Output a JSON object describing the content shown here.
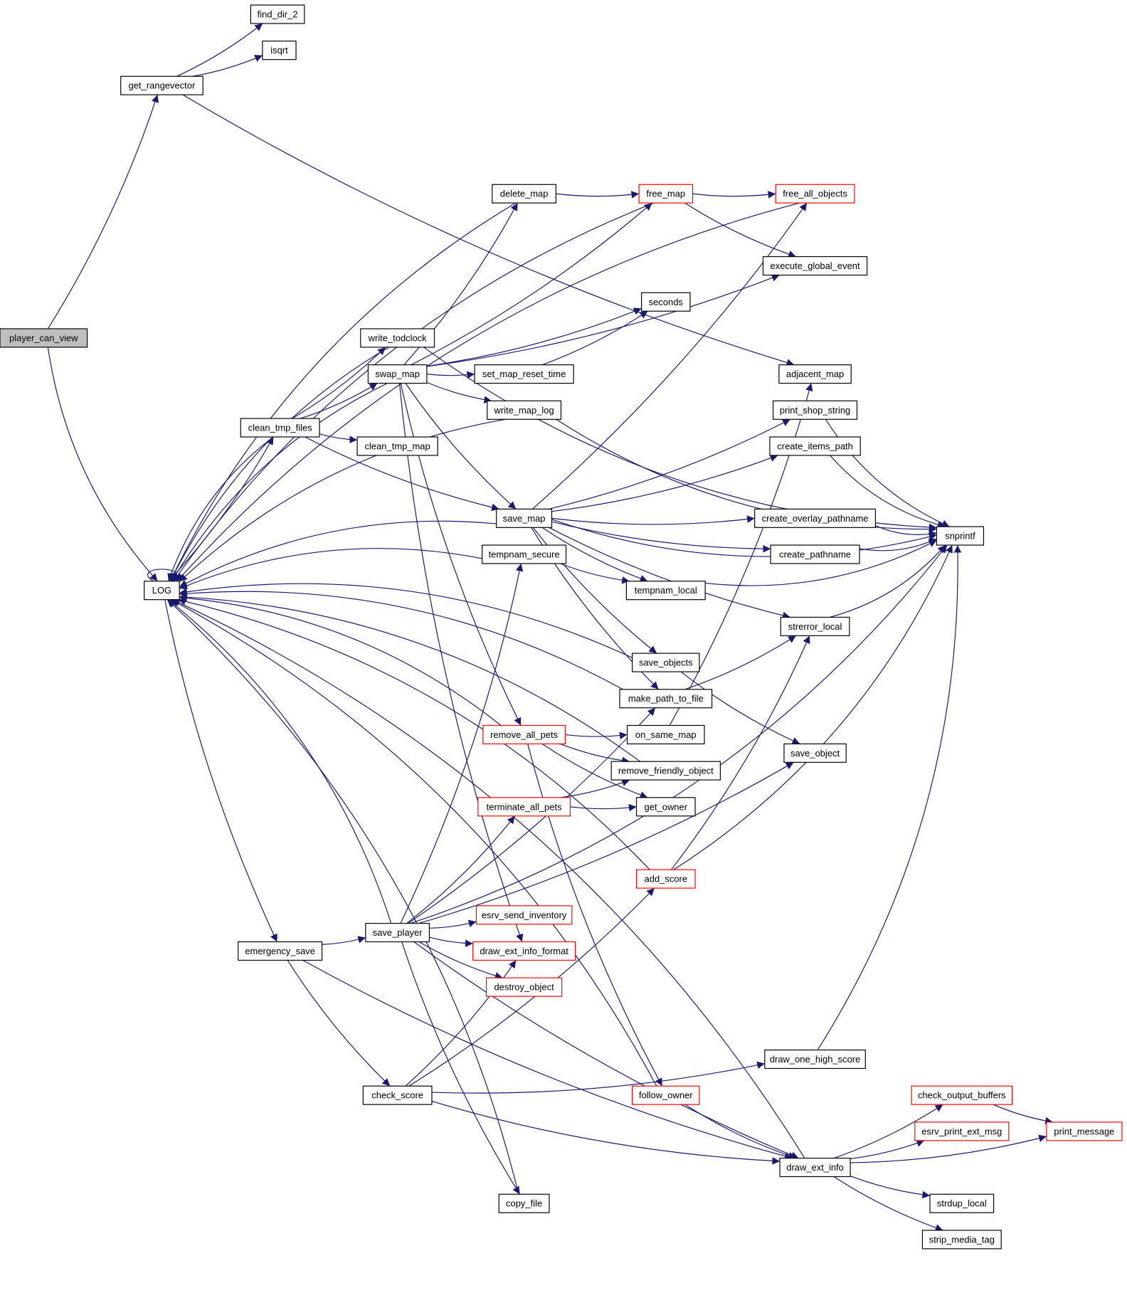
{
  "graph": {
    "title": "Call graph of player_can_view",
    "root": "player_can_view",
    "edge_color": "#191970",
    "truncated_border_color": "#ff0000",
    "nodes": [
      {
        "id": "player_can_view",
        "label": "player_can_view",
        "root": true
      },
      {
        "id": "get_rangevector",
        "label": "get_rangevector"
      },
      {
        "id": "find_dir_2",
        "label": "find_dir_2"
      },
      {
        "id": "isqrt",
        "label": "isqrt"
      },
      {
        "id": "LOG",
        "label": "LOG"
      },
      {
        "id": "delete_map",
        "label": "delete_map"
      },
      {
        "id": "free_map",
        "label": "free_map",
        "truncated": true
      },
      {
        "id": "free_all_objects",
        "label": "free_all_objects",
        "truncated": true
      },
      {
        "id": "execute_global_event",
        "label": "execute_global_event"
      },
      {
        "id": "seconds",
        "label": "seconds"
      },
      {
        "id": "write_todclock",
        "label": "write_todclock"
      },
      {
        "id": "swap_map",
        "label": "swap_map"
      },
      {
        "id": "set_map_reset_time",
        "label": "set_map_reset_time"
      },
      {
        "id": "adjacent_map",
        "label": "adjacent_map"
      },
      {
        "id": "write_map_log",
        "label": "write_map_log"
      },
      {
        "id": "print_shop_string",
        "label": "print_shop_string"
      },
      {
        "id": "clean_tmp_files",
        "label": "clean_tmp_files"
      },
      {
        "id": "clean_tmp_map",
        "label": "clean_tmp_map"
      },
      {
        "id": "create_items_path",
        "label": "create_items_path"
      },
      {
        "id": "save_map",
        "label": "save_map"
      },
      {
        "id": "create_overlay_pathname",
        "label": "create_overlay_pathname"
      },
      {
        "id": "snprintf",
        "label": "snprintf"
      },
      {
        "id": "create_pathname",
        "label": "create_pathname"
      },
      {
        "id": "tempnam_secure",
        "label": "tempnam_secure"
      },
      {
        "id": "tempnam_local",
        "label": "tempnam_local"
      },
      {
        "id": "strerror_local",
        "label": "strerror_local"
      },
      {
        "id": "save_objects",
        "label": "save_objects"
      },
      {
        "id": "make_path_to_file",
        "label": "make_path_to_file"
      },
      {
        "id": "remove_all_pets",
        "label": "remove_all_pets",
        "truncated": true
      },
      {
        "id": "on_same_map",
        "label": "on_same_map"
      },
      {
        "id": "save_object",
        "label": "save_object"
      },
      {
        "id": "remove_friendly_object",
        "label": "remove_friendly_object"
      },
      {
        "id": "terminate_all_pets",
        "label": "terminate_all_pets",
        "truncated": true
      },
      {
        "id": "get_owner",
        "label": "get_owner"
      },
      {
        "id": "add_score",
        "label": "add_score",
        "truncated": true
      },
      {
        "id": "esrv_send_inventory",
        "label": "esrv_send_inventory",
        "truncated": true
      },
      {
        "id": "save_player",
        "label": "save_player"
      },
      {
        "id": "draw_ext_info_format",
        "label": "draw_ext_info_format",
        "truncated": true
      },
      {
        "id": "emergency_save",
        "label": "emergency_save"
      },
      {
        "id": "destroy_object",
        "label": "destroy_object",
        "truncated": true
      },
      {
        "id": "draw_one_high_score",
        "label": "draw_one_high_score"
      },
      {
        "id": "check_score",
        "label": "check_score"
      },
      {
        "id": "follow_owner",
        "label": "follow_owner",
        "truncated": true
      },
      {
        "id": "check_output_buffers",
        "label": "check_output_buffers",
        "truncated": true
      },
      {
        "id": "esrv_print_ext_msg",
        "label": "esrv_print_ext_msg",
        "truncated": true
      },
      {
        "id": "print_message",
        "label": "print_message",
        "truncated": true
      },
      {
        "id": "draw_ext_info",
        "label": "draw_ext_info"
      },
      {
        "id": "copy_file",
        "label": "copy_file"
      },
      {
        "id": "strdup_local",
        "label": "strdup_local"
      },
      {
        "id": "strip_media_tag",
        "label": "strip_media_tag"
      }
    ],
    "edges": [
      [
        "player_can_view",
        "get_rangevector"
      ],
      [
        "player_can_view",
        "LOG"
      ],
      [
        "get_rangevector",
        "find_dir_2"
      ],
      [
        "get_rangevector",
        "isqrt"
      ],
      [
        "get_rangevector",
        "adjacent_map"
      ],
      [
        "LOG",
        "LOG"
      ],
      [
        "LOG",
        "clean_tmp_files"
      ],
      [
        "LOG",
        "emergency_save"
      ],
      [
        "free_map",
        "LOG"
      ],
      [
        "free_map",
        "free_all_objects"
      ],
      [
        "free_map",
        "execute_global_event"
      ],
      [
        "free_all_objects",
        "LOG"
      ],
      [
        "delete_map",
        "LOG"
      ],
      [
        "delete_map",
        "free_map"
      ],
      [
        "write_todclock",
        "LOG"
      ],
      [
        "write_todclock",
        "snprintf"
      ],
      [
        "swap_map",
        "LOG"
      ],
      [
        "swap_map",
        "delete_map"
      ],
      [
        "swap_map",
        "free_map"
      ],
      [
        "swap_map",
        "execute_global_event"
      ],
      [
        "swap_map",
        "seconds"
      ],
      [
        "swap_map",
        "set_map_reset_time"
      ],
      [
        "swap_map",
        "write_map_log"
      ],
      [
        "swap_map",
        "save_map"
      ],
      [
        "swap_map",
        "remove_all_pets"
      ],
      [
        "swap_map",
        "draw_ext_info_format"
      ],
      [
        "set_map_reset_time",
        "seconds"
      ],
      [
        "write_map_log",
        "LOG"
      ],
      [
        "write_map_log",
        "snprintf"
      ],
      [
        "clean_tmp_files",
        "LOG"
      ],
      [
        "clean_tmp_files",
        "write_todclock"
      ],
      [
        "clean_tmp_files",
        "swap_map"
      ],
      [
        "clean_tmp_files",
        "clean_tmp_map"
      ],
      [
        "clean_tmp_files",
        "save_map"
      ],
      [
        "save_map",
        "LOG"
      ],
      [
        "save_map",
        "free_all_objects"
      ],
      [
        "save_map",
        "print_shop_string"
      ],
      [
        "save_map",
        "create_items_path"
      ],
      [
        "save_map",
        "snprintf"
      ],
      [
        "save_map",
        "create_overlay_pathname"
      ],
      [
        "save_map",
        "create_pathname"
      ],
      [
        "save_map",
        "tempnam_local"
      ],
      [
        "save_map",
        "strerror_local"
      ],
      [
        "save_map",
        "save_objects"
      ],
      [
        "save_map",
        "make_path_to_file"
      ],
      [
        "print_shop_string",
        "snprintf"
      ],
      [
        "create_items_path",
        "snprintf"
      ],
      [
        "create_overlay_pathname",
        "snprintf"
      ],
      [
        "create_pathname",
        "snprintf"
      ],
      [
        "tempnam_local",
        "snprintf"
      ],
      [
        "strerror_local",
        "snprintf"
      ],
      [
        "tempnam_secure",
        "LOG"
      ],
      [
        "tempnam_secure",
        "tempnam_local"
      ],
      [
        "save_objects",
        "save_object"
      ],
      [
        "make_path_to_file",
        "strerror_local"
      ],
      [
        "remove_all_pets",
        "LOG"
      ],
      [
        "remove_all_pets",
        "on_same_map"
      ],
      [
        "remove_all_pets",
        "remove_friendly_object"
      ],
      [
        "remove_all_pets",
        "get_owner"
      ],
      [
        "remove_all_pets",
        "follow_owner"
      ],
      [
        "on_same_map",
        "adjacent_map"
      ],
      [
        "terminate_all_pets",
        "remove_friendly_object"
      ],
      [
        "terminate_all_pets",
        "get_owner"
      ],
      [
        "add_score",
        "LOG"
      ],
      [
        "add_score",
        "strerror_local"
      ],
      [
        "add_score",
        "snprintf"
      ],
      [
        "save_player",
        "LOG"
      ],
      [
        "save_player",
        "tempnam_secure"
      ],
      [
        "save_player",
        "make_path_to_file"
      ],
      [
        "save_player",
        "terminate_all_pets"
      ],
      [
        "save_player",
        "save_object"
      ],
      [
        "save_player",
        "esrv_send_inventory"
      ],
      [
        "save_player",
        "draw_ext_info_format"
      ],
      [
        "save_player",
        "destroy_object"
      ],
      [
        "save_player",
        "copy_file"
      ],
      [
        "save_player",
        "draw_ext_info"
      ],
      [
        "save_player",
        "snprintf"
      ],
      [
        "emergency_save",
        "save_player"
      ],
      [
        "emergency_save",
        "check_score"
      ],
      [
        "emergency_save",
        "draw_ext_info"
      ],
      [
        "check_score",
        "draw_ext_info_format"
      ],
      [
        "check_score",
        "add_score"
      ],
      [
        "check_score",
        "draw_one_high_score"
      ],
      [
        "check_score",
        "draw_ext_info"
      ],
      [
        "draw_one_high_score",
        "snprintf"
      ],
      [
        "follow_owner",
        "LOG"
      ],
      [
        "follow_owner",
        "draw_ext_info"
      ],
      [
        "copy_file",
        "LOG"
      ],
      [
        "draw_ext_info",
        "LOG"
      ],
      [
        "draw_ext_info",
        "check_output_buffers"
      ],
      [
        "draw_ext_info",
        "esrv_print_ext_msg"
      ],
      [
        "draw_ext_info",
        "print_message"
      ],
      [
        "draw_ext_info",
        "strdup_local"
      ],
      [
        "draw_ext_info",
        "strip_media_tag"
      ],
      [
        "check_output_buffers",
        "print_message"
      ],
      [
        "remove_friendly_object",
        "LOG"
      ],
      [
        "make_path_to_file",
        "LOG"
      ],
      [
        "save_objects",
        "LOG"
      ]
    ]
  }
}
